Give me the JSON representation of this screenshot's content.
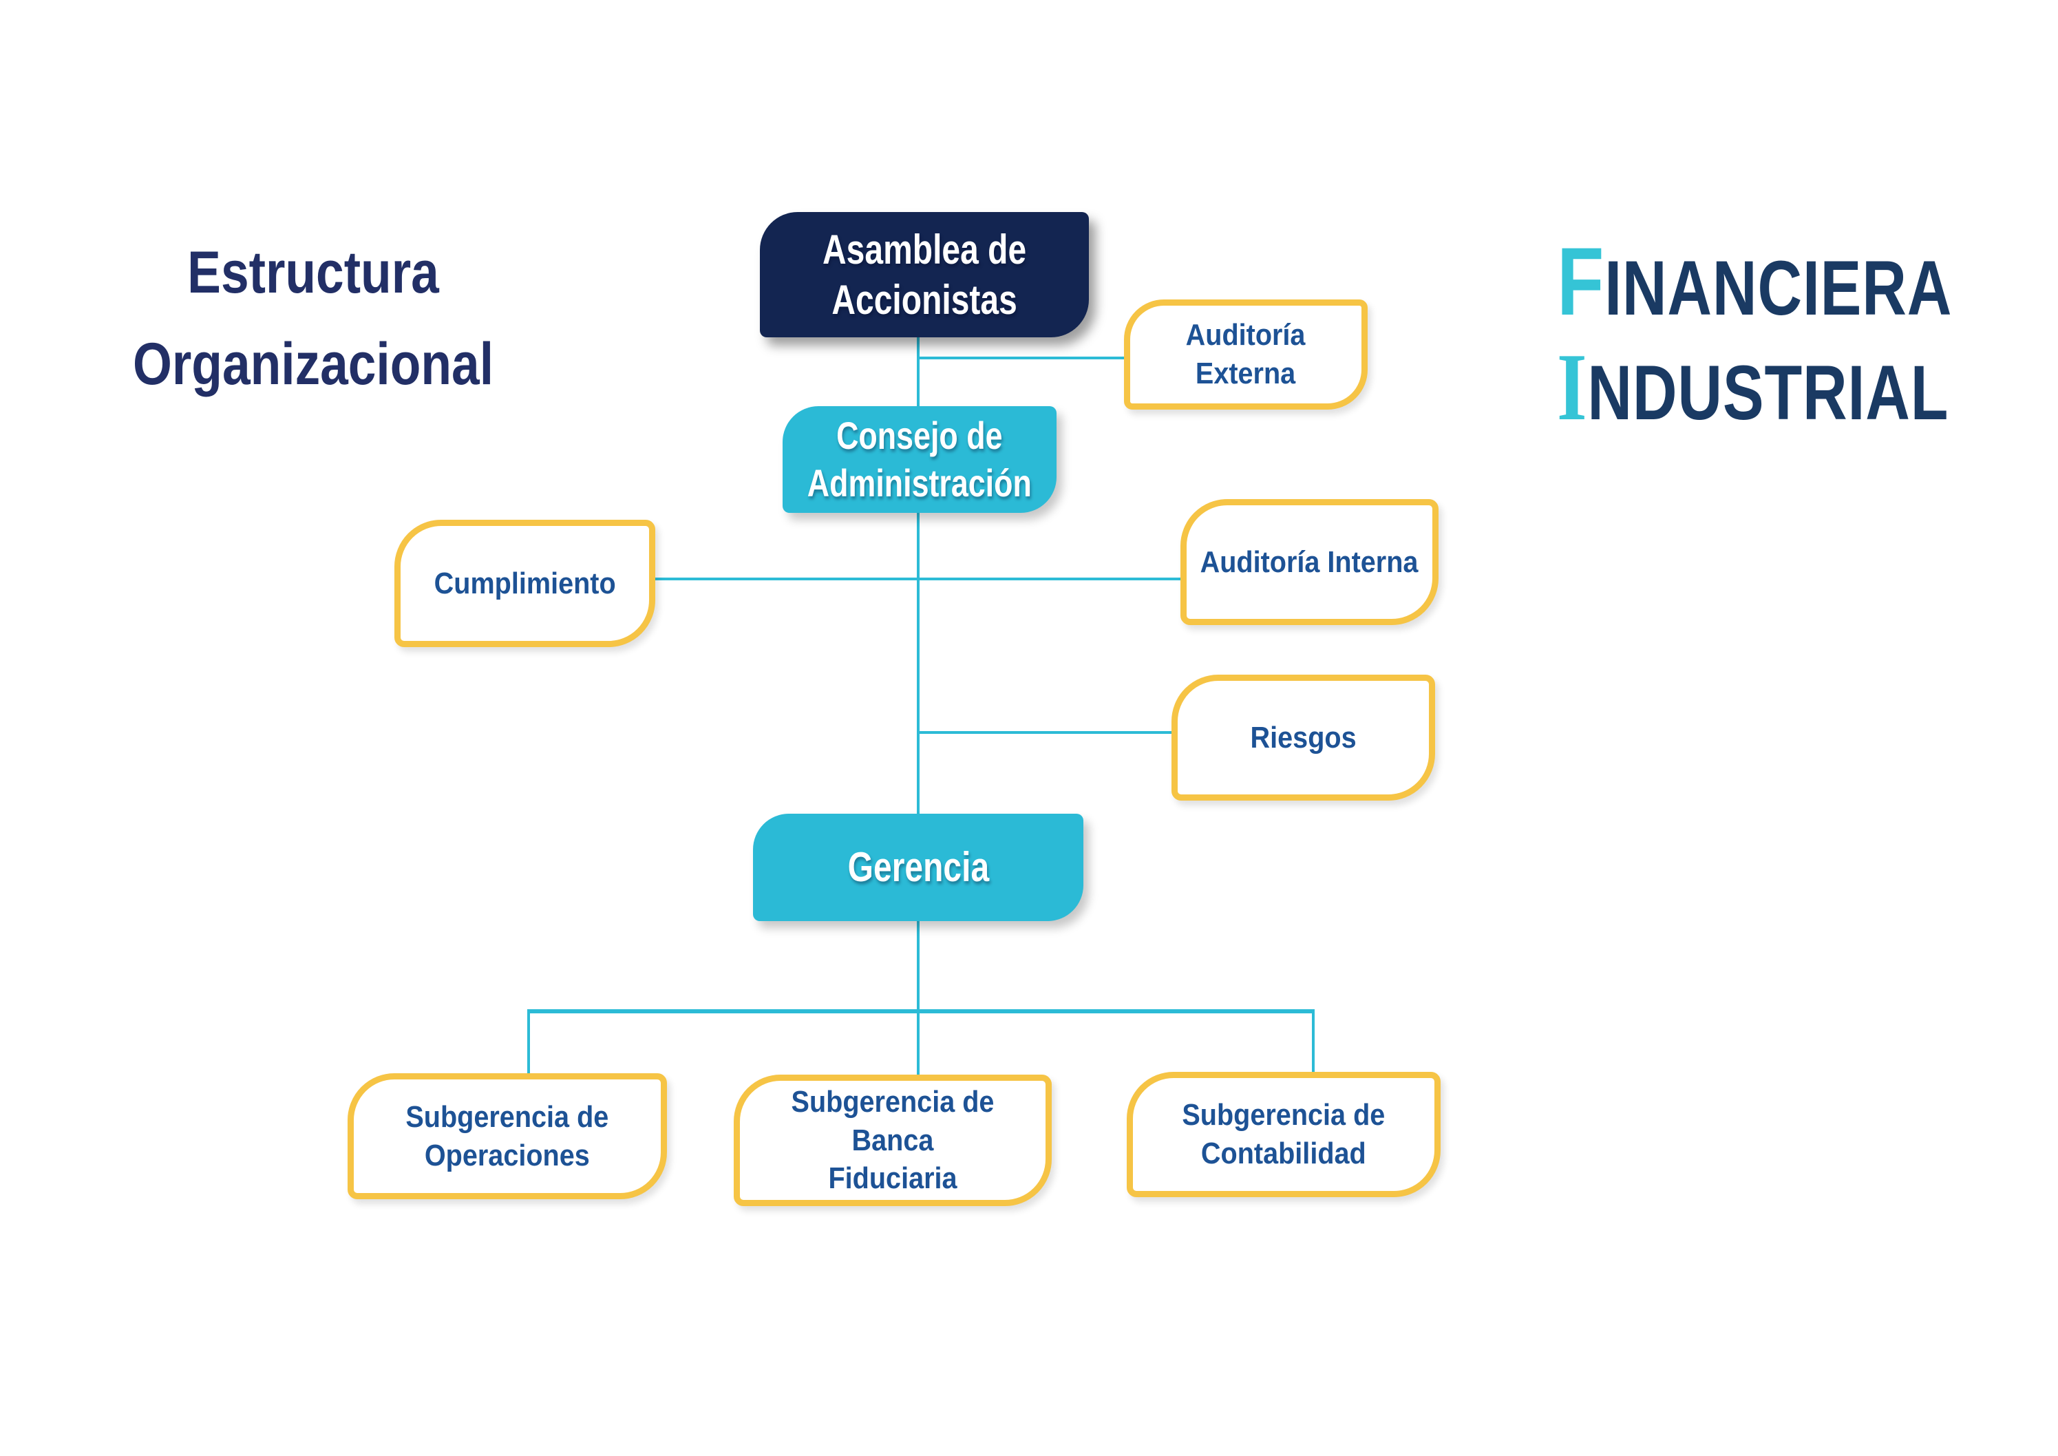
{
  "header": {
    "title": "Estructura\nOrganizacional"
  },
  "logo": {
    "word1": {
      "initial": "F",
      "rest": "INANCIERA"
    },
    "word2": {
      "initial": "I",
      "rest": "NDUSTRIAL"
    }
  },
  "chart": {
    "type": "org-chart",
    "nodes": {
      "asamblea": {
        "label": "Asamblea de\nAccionistas"
      },
      "auditoria_externa": {
        "label": "Auditoría\nExterna"
      },
      "consejo": {
        "label": "Consejo de\nAdministración"
      },
      "cumplimiento": {
        "label": "Cumplimiento"
      },
      "auditoria_interna": {
        "label": "Auditoría Interna"
      },
      "riesgos": {
        "label": "Riesgos"
      },
      "gerencia": {
        "label": "Gerencia"
      },
      "sub_operaciones": {
        "label": "Subgerencia de\nOperaciones"
      },
      "sub_banca": {
        "label": "Subgerencia de Banca\nFiduciaria"
      },
      "sub_contabilidad": {
        "label": "Subgerencia de\nContabilidad"
      }
    },
    "edges": [
      "asamblea -> consejo",
      "asamblea -> auditoria_externa",
      "consejo -> cumplimiento",
      "consejo -> auditoria_interna",
      "consejo -> riesgos",
      "consejo -> gerencia",
      "gerencia -> sub_operaciones",
      "gerencia -> sub_banca",
      "gerencia -> sub_contabilidad"
    ]
  },
  "colors": {
    "navy_box_fill": "#132551",
    "cyan_box_fill": "#2BBAD6",
    "yellow_border": "#F6C445",
    "yellow_box_text": "#1D5295",
    "box_text_white": "#FFFFFF",
    "title_navy": "#222F66",
    "logo_navy": "#1A3A63",
    "logo_cyan": "#35C4D6",
    "connector_teal": "#2CBBD6",
    "background": "#FFFFFF"
  }
}
